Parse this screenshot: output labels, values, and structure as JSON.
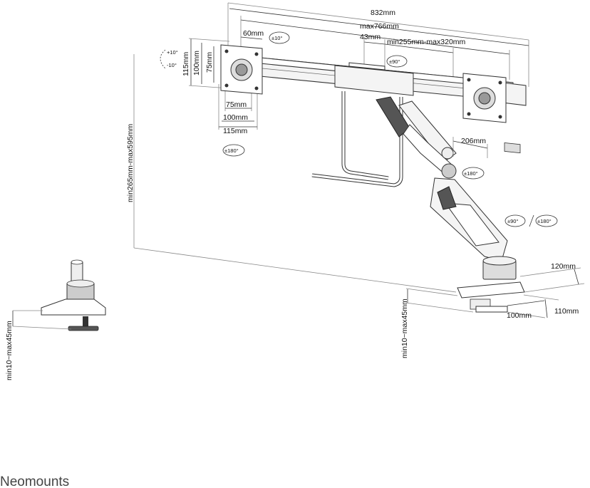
{
  "dimensions": {
    "overall_width": "832mm",
    "max_rail_width": "max766mm",
    "center_offset": "43mm",
    "rail_extension": "min255mm-max320mm",
    "plate_offset": "60mm",
    "vesa_115_v": "115mm",
    "vesa_100_v": "100mm",
    "vesa_75_v": "75mm",
    "vesa_75_h": "75mm",
    "vesa_100_h": "100mm",
    "vesa_115_h": "115mm",
    "pole_height": "min265mm-max595mm",
    "arm_length": "206mm",
    "base_width": "120mm",
    "base_depth_a": "100mm",
    "base_depth_b": "110mm",
    "clamp_range_right": "min10~max45mm",
    "clamp_range_left": "min10~max45mm"
  },
  "rotation": {
    "tilt": "±10°",
    "swivel_center": "±90°",
    "rotate_left": "±180°",
    "rotate_arm": "±180°",
    "swivel_arm": "±90°",
    "rotate_base": "±180°",
    "tilt_up": "+10°",
    "tilt_down": "-10°"
  },
  "brand": "Neomounts"
}
